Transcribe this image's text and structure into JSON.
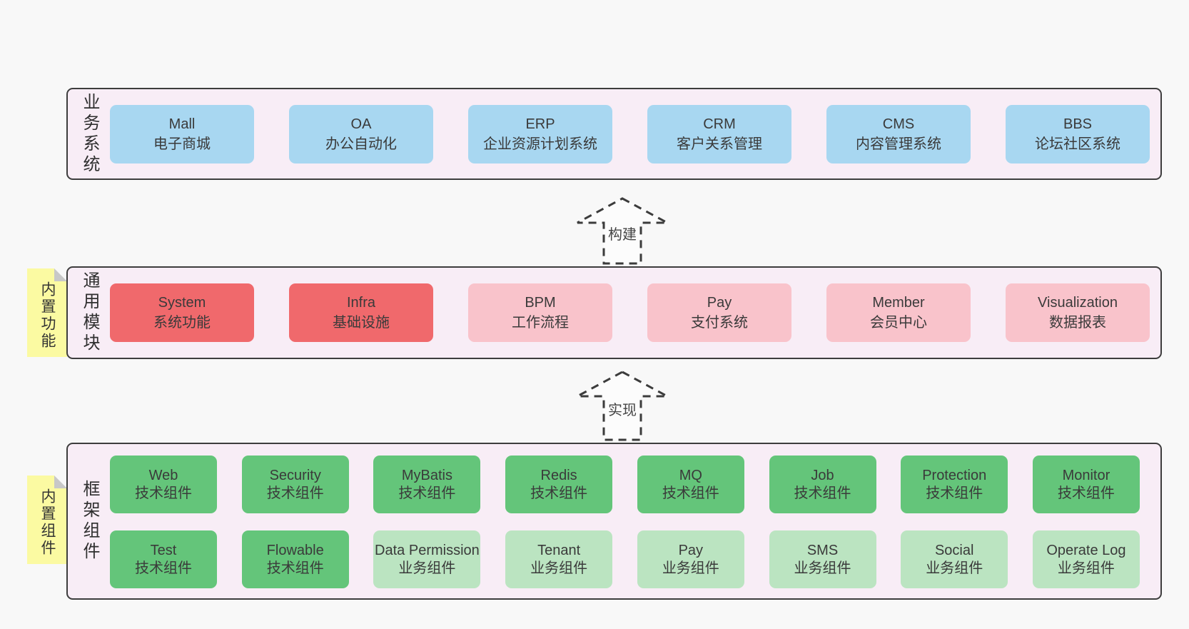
{
  "colors": {
    "page_background": "#f8f8f8",
    "band_background": "#f8edf6",
    "band_border": "#3d3d3d",
    "blue_box": "#a8d7f1",
    "red_box": "#f0696c",
    "pink_box": "#f9c3cb",
    "green_box": "#64c57a",
    "light_green_box": "#bbe4c1",
    "sticky_yellow": "#fbfaa2",
    "sticky_fold": "#c8c8c8",
    "text": "#3a3a3a"
  },
  "arrows": {
    "build": "构建",
    "implement": "实现"
  },
  "bands": {
    "business": {
      "label": "业务系统",
      "boxes": [
        {
          "title": "Mall",
          "subtitle": "电子商城"
        },
        {
          "title": "OA",
          "subtitle": "办公自动化"
        },
        {
          "title": "ERP",
          "subtitle": "企业资源计划系统"
        },
        {
          "title": "CRM",
          "subtitle": "客户关系管理"
        },
        {
          "title": "CMS",
          "subtitle": "内容管理系统"
        },
        {
          "title": "BBS",
          "subtitle": "论坛社区系统"
        }
      ]
    },
    "common": {
      "label": "通用模块",
      "sticky": "内置功能",
      "boxes": [
        {
          "title": "System",
          "subtitle": "系统功能",
          "variant": "red"
        },
        {
          "title": "Infra",
          "subtitle": "基础设施",
          "variant": "red"
        },
        {
          "title": "BPM",
          "subtitle": "工作流程",
          "variant": "pink"
        },
        {
          "title": "Pay",
          "subtitle": "支付系统",
          "variant": "pink"
        },
        {
          "title": "Member",
          "subtitle": "会员中心",
          "variant": "pink"
        },
        {
          "title": "Visualization",
          "subtitle": "数据报表",
          "variant": "pink"
        }
      ]
    },
    "framework": {
      "label": "框架组件",
      "sticky": "内置组件",
      "rows": [
        [
          {
            "title": "Web",
            "subtitle": "技术组件",
            "variant": "green"
          },
          {
            "title": "Security",
            "subtitle": "技术组件",
            "variant": "green"
          },
          {
            "title": "MyBatis",
            "subtitle": "技术组件",
            "variant": "green"
          },
          {
            "title": "Redis",
            "subtitle": "技术组件",
            "variant": "green"
          },
          {
            "title": "MQ",
            "subtitle": "技术组件",
            "variant": "green"
          },
          {
            "title": "Job",
            "subtitle": "技术组件",
            "variant": "green"
          },
          {
            "title": "Protection",
            "subtitle": "技术组件",
            "variant": "green"
          },
          {
            "title": "Monitor",
            "subtitle": "技术组件",
            "variant": "green"
          }
        ],
        [
          {
            "title": "Test",
            "subtitle": "技术组件",
            "variant": "green"
          },
          {
            "title": "Flowable",
            "subtitle": "技术组件",
            "variant": "green"
          },
          {
            "title": "Data Permission",
            "subtitle": "业务组件",
            "variant": "lgreen"
          },
          {
            "title": "Tenant",
            "subtitle": "业务组件",
            "variant": "lgreen"
          },
          {
            "title": "Pay",
            "subtitle": "业务组件",
            "variant": "lgreen"
          },
          {
            "title": "SMS",
            "subtitle": "业务组件",
            "variant": "lgreen"
          },
          {
            "title": "Social",
            "subtitle": "业务组件",
            "variant": "lgreen"
          },
          {
            "title": "Operate Log",
            "subtitle": "业务组件",
            "variant": "lgreen"
          }
        ]
      ]
    }
  }
}
